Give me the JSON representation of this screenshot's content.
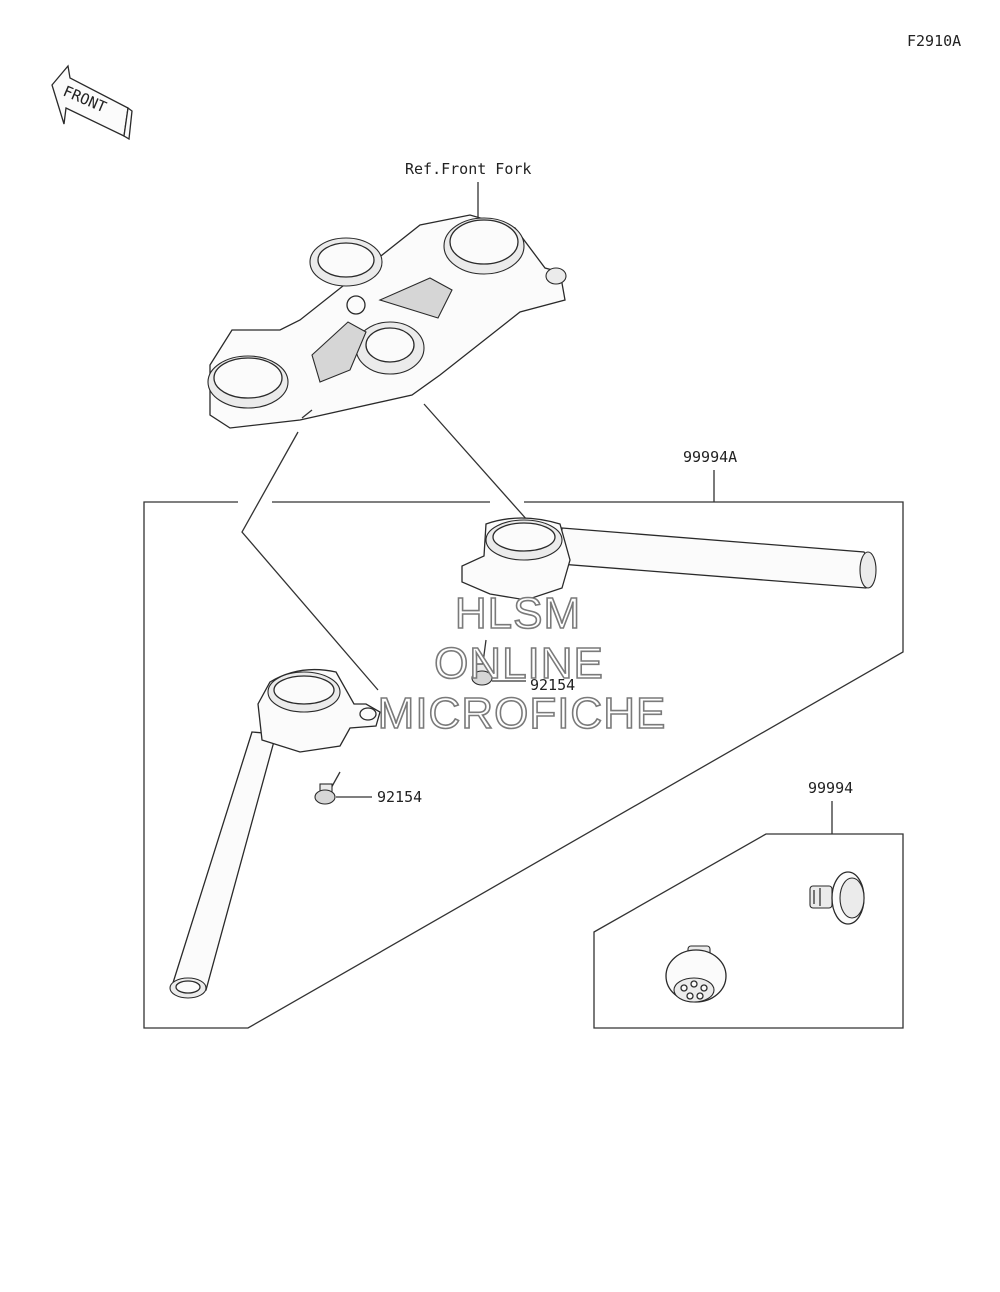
{
  "diagram_id": "F2910A",
  "front_arrow_text": "FRONT",
  "labels": {
    "ref_front_fork": "Ref.Front Fork",
    "kit_a": "99994A",
    "bolt_upper": "92154",
    "bolt_lower": "92154",
    "kit_b": "99994"
  },
  "watermark": {
    "line1": "HLSM",
    "line2": "ONLINE",
    "line3": "MICROFICHE"
  }
}
